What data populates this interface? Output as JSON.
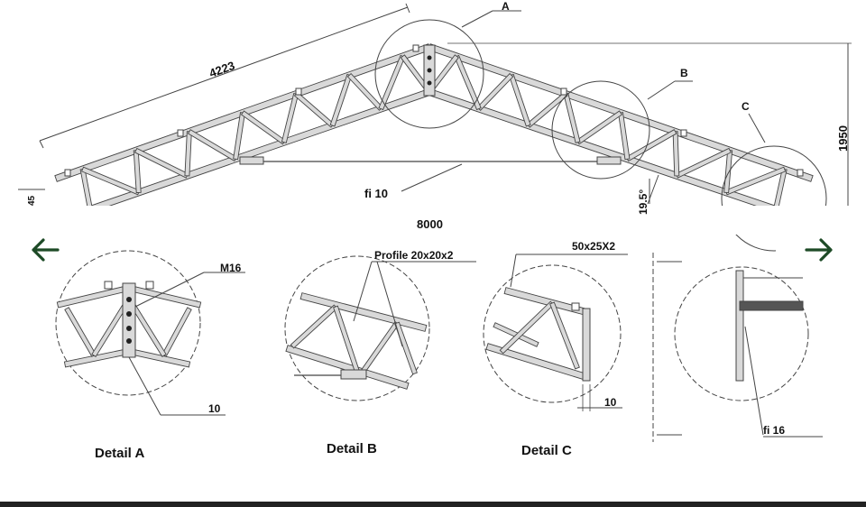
{
  "drawing": {
    "dim_length": "4223",
    "dim_height": "1950",
    "dim_span": "8000",
    "dim_angle": "19.5°",
    "dim_left_edge": "45",
    "tie_rod_label": "fi 10",
    "callouts": {
      "a": "A",
      "b": "B",
      "c": "C"
    },
    "detail_a": {
      "title": "Detail A",
      "bolt_label": "M16",
      "plate_label": "10"
    },
    "detail_b": {
      "title": "Detail B",
      "profile_label": "Profile 20x20x2"
    },
    "detail_c": {
      "title": "Detail C",
      "profile_label": "50x25X2",
      "thickness_label": "10"
    },
    "detail_d": {
      "rod_label": "fi 16"
    }
  },
  "navigation": {
    "prev_icon": "arrow-left-icon",
    "next_icon": "arrow-right-icon"
  },
  "colors": {
    "line": "#444444",
    "member_fill": "#d9d9d9",
    "nav_arrow": "#1d4a26",
    "bottom_bar": "#222222",
    "band": "#ffffff"
  }
}
